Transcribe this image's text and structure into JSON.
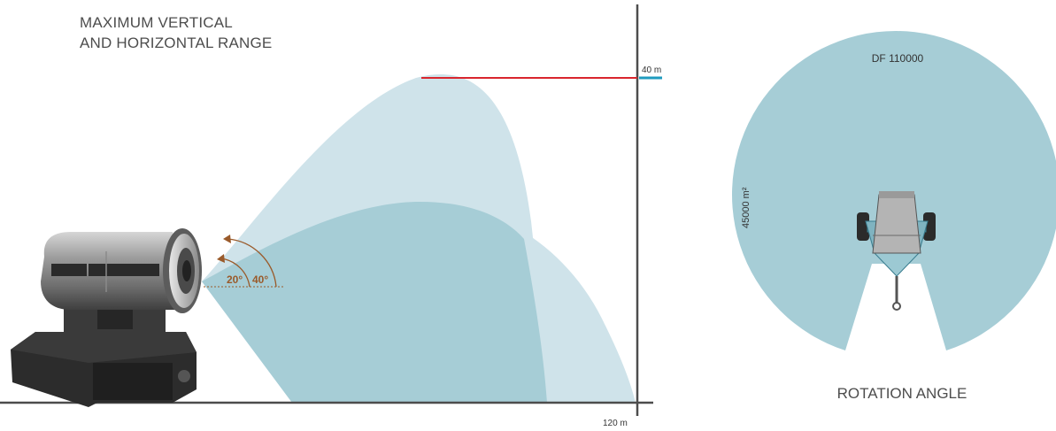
{
  "left_panel": {
    "heading_line1": "MAXIMUM VERTICAL",
    "heading_line2": "AND HORIZONTAL RANGE",
    "height_label": "40 m",
    "distance_label": "120 m",
    "angle_low": "20°",
    "angle_high": "40°"
  },
  "right_panel": {
    "model_label": "DF 110000",
    "area_label": "45000 m²",
    "caption": "ROTATION ANGLE"
  },
  "colors": {
    "spray_light": "#cfe3ea",
    "spray_dark": "#a6cdd6",
    "axis": "#4d4d4d",
    "max_height_line": "#d9262e",
    "marker": "#1f9bbf",
    "angle_text": "#9a5a2a"
  }
}
